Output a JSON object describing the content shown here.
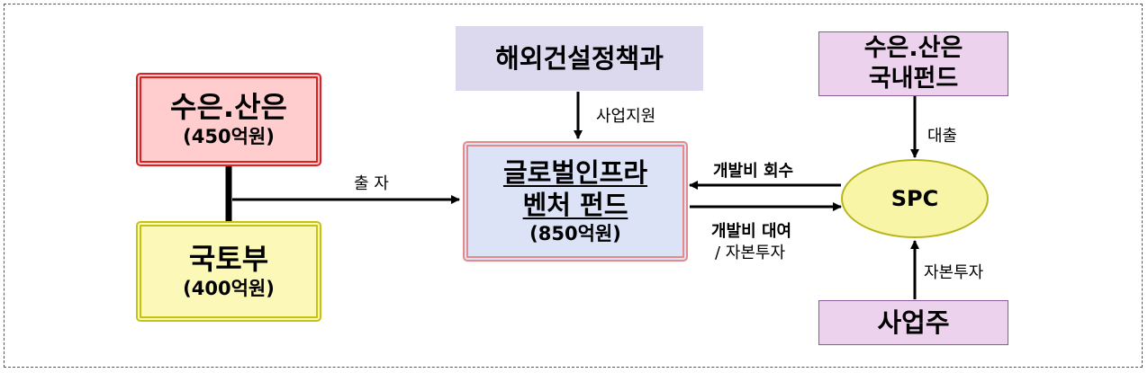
{
  "nodes": {
    "suen_sanen": {
      "title": "수은.산은",
      "amount": "(450억원)"
    },
    "molit": {
      "title": "국토부",
      "amount": "(400억원)"
    },
    "overseas_policy": {
      "title": "해외건설정책과"
    },
    "global_fund": {
      "line1": "글로벌인프라",
      "line2": "벤처 펀드",
      "amount": "(850억원)"
    },
    "domestic_fund": {
      "line1": "수은.산은",
      "line2": "국내펀드"
    },
    "spc": {
      "title": "SPC"
    },
    "project_owner": {
      "title": "사업주"
    }
  },
  "edges": {
    "investment": "출 자",
    "business_support": "사업지원",
    "recovery": "개발비 회수",
    "loan_line1": "개발비 대여",
    "loan_line2": "/ 자본투자",
    "lending": "대출",
    "equity_investment": "자본투자"
  },
  "colors": {
    "red_border": "#e02020",
    "red_fill": "#ffcdcd",
    "yellow_border": "#c3c312",
    "yellow_fill": "#fbf8b8",
    "fund_fill": "#dde3f7",
    "fund_border": "#e58a8a",
    "lavender_fill": "#dcd8ee",
    "purple_fill": "#ecd2ec",
    "purple_border": "#8f5a9c"
  }
}
